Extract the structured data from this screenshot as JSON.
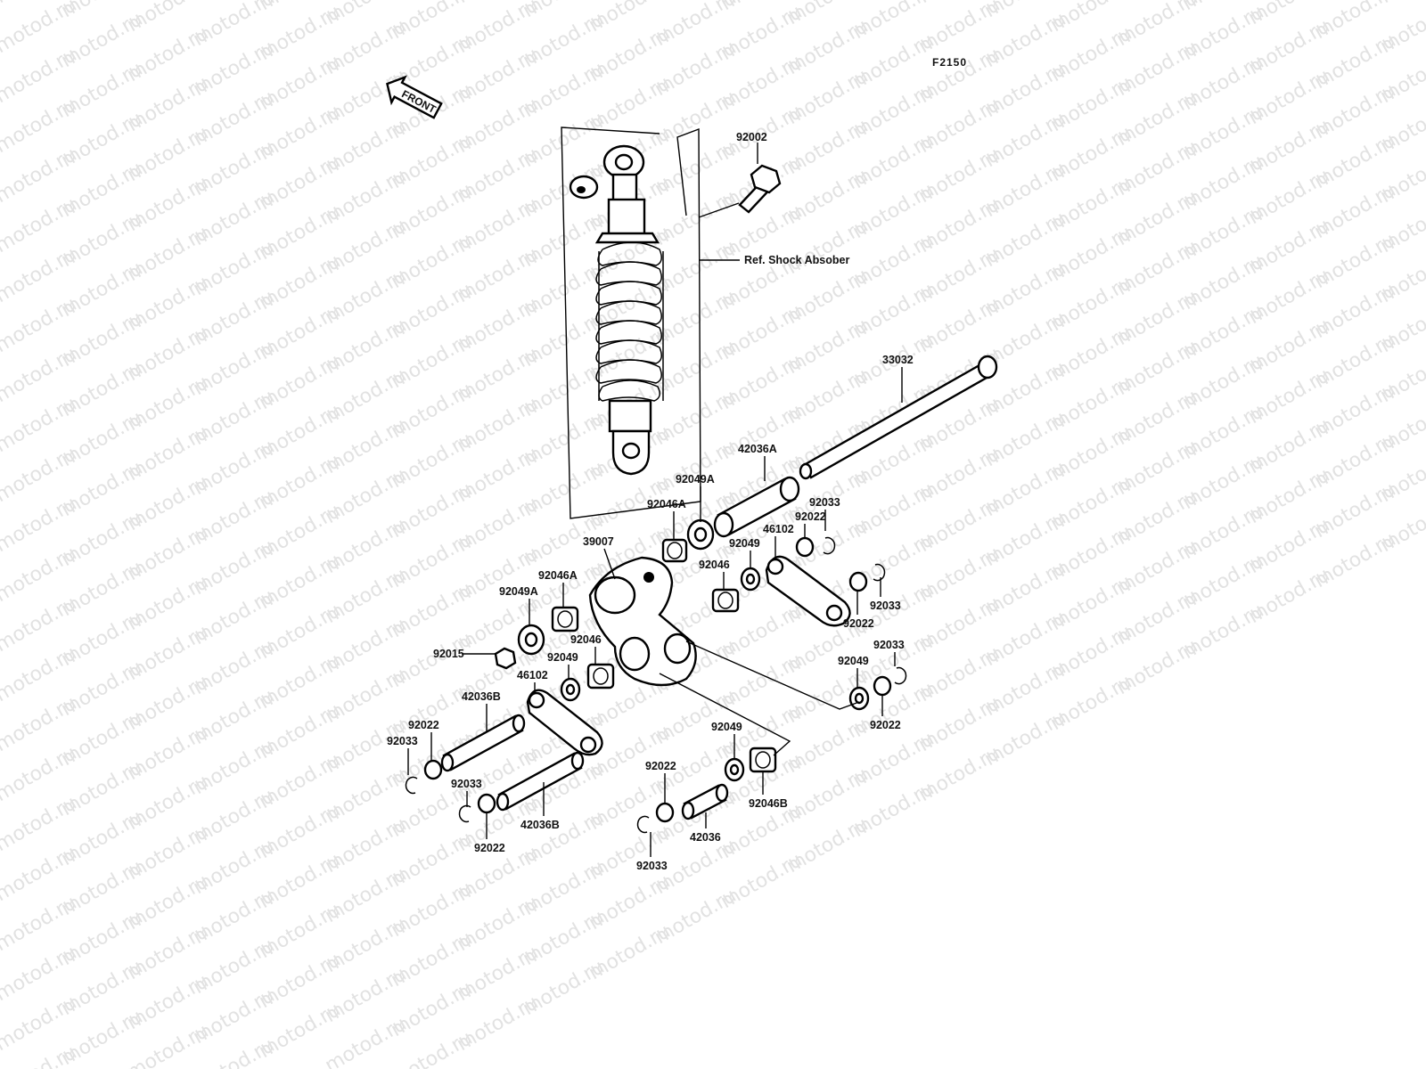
{
  "figure_code": "F2150",
  "front_arrow_label": "FRONT",
  "watermark_text": "motod.ru",
  "reference_label": "Ref. Shock Absober",
  "colors": {
    "line": "#000000",
    "background": "#ffffff",
    "watermark": "#e2e2e2"
  },
  "parts": [
    {
      "id": "p-92002",
      "number": "92002"
    },
    {
      "id": "p-33032",
      "number": "33032"
    },
    {
      "id": "p-42036A",
      "number": "42036A"
    },
    {
      "id": "p-92049A-top",
      "number": "92049A"
    },
    {
      "id": "p-92046A-top",
      "number": "92046A"
    },
    {
      "id": "p-92033-top",
      "number": "92033"
    },
    {
      "id": "p-92022-top",
      "number": "92022"
    },
    {
      "id": "p-46102-right",
      "number": "46102"
    },
    {
      "id": "p-92049-mid",
      "number": "92049"
    },
    {
      "id": "p-92046-mid",
      "number": "92046"
    },
    {
      "id": "p-39007",
      "number": "39007"
    },
    {
      "id": "p-92046A-left",
      "number": "92046A"
    },
    {
      "id": "p-92049A-left",
      "number": "92049A"
    },
    {
      "id": "p-92015",
      "number": "92015"
    },
    {
      "id": "p-92046-left",
      "number": "92046"
    },
    {
      "id": "p-92049-left",
      "number": "92049"
    },
    {
      "id": "p-46102-left",
      "number": "46102"
    },
    {
      "id": "p-42036B-top",
      "number": "42036B"
    },
    {
      "id": "p-92022-left",
      "number": "92022"
    },
    {
      "id": "p-92033-left",
      "number": "92033"
    },
    {
      "id": "p-92033-lower",
      "number": "92033"
    },
    {
      "id": "p-92022-lower",
      "number": "92022"
    },
    {
      "id": "p-42036B-bottom",
      "number": "42036B"
    },
    {
      "id": "p-92033-right1",
      "number": "92033"
    },
    {
      "id": "p-92022-right1",
      "number": "92022"
    },
    {
      "id": "p-92033-right2",
      "number": "92033"
    },
    {
      "id": "p-92049-right",
      "number": "92049"
    },
    {
      "id": "p-92022-right2",
      "number": "92022"
    },
    {
      "id": "p-92049-bottom",
      "number": "92049"
    },
    {
      "id": "p-92046B",
      "number": "92046B"
    },
    {
      "id": "p-92022-bottom",
      "number": "92022"
    },
    {
      "id": "p-42036",
      "number": "42036"
    },
    {
      "id": "p-92033-bottom",
      "number": "92033"
    }
  ]
}
